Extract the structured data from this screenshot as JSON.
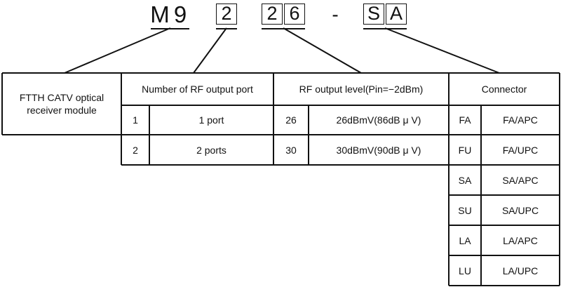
{
  "code": {
    "c1": "M",
    "c2": "9",
    "b1": "2",
    "b2a": "2",
    "b2b": "6",
    "dash": "-",
    "b3a": "S",
    "b3b": "A"
  },
  "headers": {
    "module": "FTTH CATV optical receiver module",
    "ports": "Number of RF output port",
    "level": "RF output level(Pin=−2dBm)",
    "connector": "Connector"
  },
  "ports": [
    {
      "code": "1",
      "desc": "1 port"
    },
    {
      "code": "2",
      "desc": "2 ports"
    }
  ],
  "levels": [
    {
      "code": "26",
      "desc": "26dBmV(86dB μ V)"
    },
    {
      "code": "30",
      "desc": "30dBmV(90dB μ V)"
    }
  ],
  "connectors": [
    {
      "code": "FA",
      "desc": "FA/APC"
    },
    {
      "code": "FU",
      "desc": "FA/UPC"
    },
    {
      "code": "SA",
      "desc": "SA/APC"
    },
    {
      "code": "SU",
      "desc": "SA/UPC"
    },
    {
      "code": "LA",
      "desc": "LA/APC"
    },
    {
      "code": "LU",
      "desc": "LA/UPC"
    }
  ]
}
